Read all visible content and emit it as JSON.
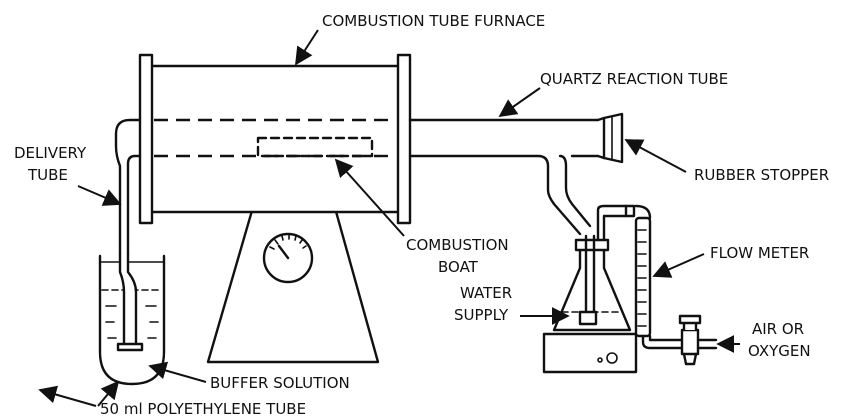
{
  "labels": {
    "furnace": "COMBUSTION TUBE FURNACE",
    "quartz_tube": "QUARTZ REACTION TUBE",
    "delivery_tube_1": "DELIVERY",
    "delivery_tube_2": "TUBE",
    "rubber_stopper": "RUBBER STOPPER",
    "combustion_boat_1": "COMBUSTION",
    "combustion_boat_2": "BOAT",
    "flow_meter": "FLOW METER",
    "water_supply_1": "WATER",
    "water_supply_2": "SUPPLY",
    "air_oxygen_1": "AIR OR",
    "air_oxygen_2": "OXYGEN",
    "buffer_solution": "BUFFER SOLUTION",
    "polyethylene_tube": "50 ml POLYETHYLENE TUBE"
  },
  "colors": {
    "ink": "#111111",
    "background": "#ffffff"
  }
}
